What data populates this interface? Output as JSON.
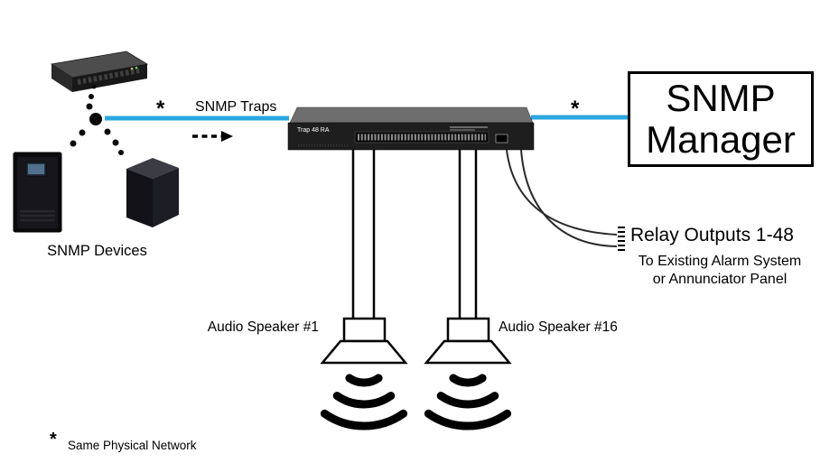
{
  "colors": {
    "link": "#2BA7E0"
  },
  "diagram": {
    "snmp_devices": {
      "label": "SNMP Devices"
    },
    "traps_link": {
      "asterisk": "*",
      "label": "SNMP Traps"
    },
    "trap_unit": {
      "label": "Trap 48 RA"
    },
    "manager_link": {
      "asterisk": "*"
    },
    "snmp_manager": {
      "line1": "SNMP",
      "line2": "Manager"
    },
    "speakers": {
      "speaker1": "Audio Speaker #1",
      "speaker16": "Audio Speaker #16"
    },
    "relay": {
      "title": "Relay Outputs 1-48",
      "note_line1": "To Existing Alarm System",
      "note_line2": "or Annunciator Panel"
    },
    "footnote": {
      "star": "*",
      "text": "Same Physical Network"
    }
  }
}
